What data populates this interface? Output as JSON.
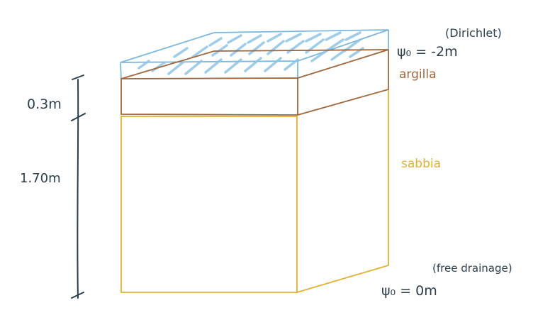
{
  "colors": {
    "water": "#7ab8e0",
    "clay": "#a0663c",
    "sand": "#e0b030",
    "ink": "#2c3e4c",
    "background": "#ffffff"
  },
  "labels": {
    "top_condition": "(Dirichlet)",
    "top_value": "ψ₀ = -2m",
    "clay_layer": "argilla",
    "sand_layer": "sabbia",
    "bottom_condition": "(free drainage)",
    "bottom_value": "ψ₀ = 0m",
    "clay_thickness": "0.3m",
    "sand_thickness": "1.70m"
  }
}
